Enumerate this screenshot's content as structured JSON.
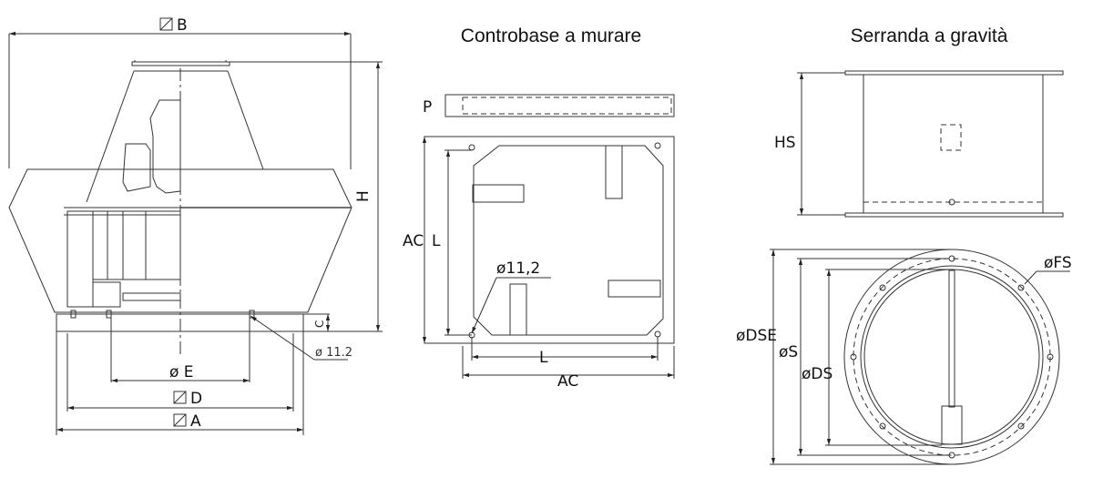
{
  "fan_view": {
    "dims": {
      "B": "B",
      "H": "H",
      "C": "C",
      "E": "ø E",
      "D": "D",
      "A": "A",
      "hole": "ø 11.2"
    }
  },
  "base_view": {
    "title": "Controbase a murare",
    "dims": {
      "P": "P",
      "AC_v": "AC",
      "L_v": "L",
      "hole": "ø11,2",
      "L_h": "L",
      "AC_h": "AC"
    }
  },
  "damper_view": {
    "title": "Serranda a gravità",
    "dims": {
      "HS": "HS",
      "DSE": "øDSE",
      "S": "øS",
      "DS": "øDS",
      "FS": "øFS"
    }
  }
}
